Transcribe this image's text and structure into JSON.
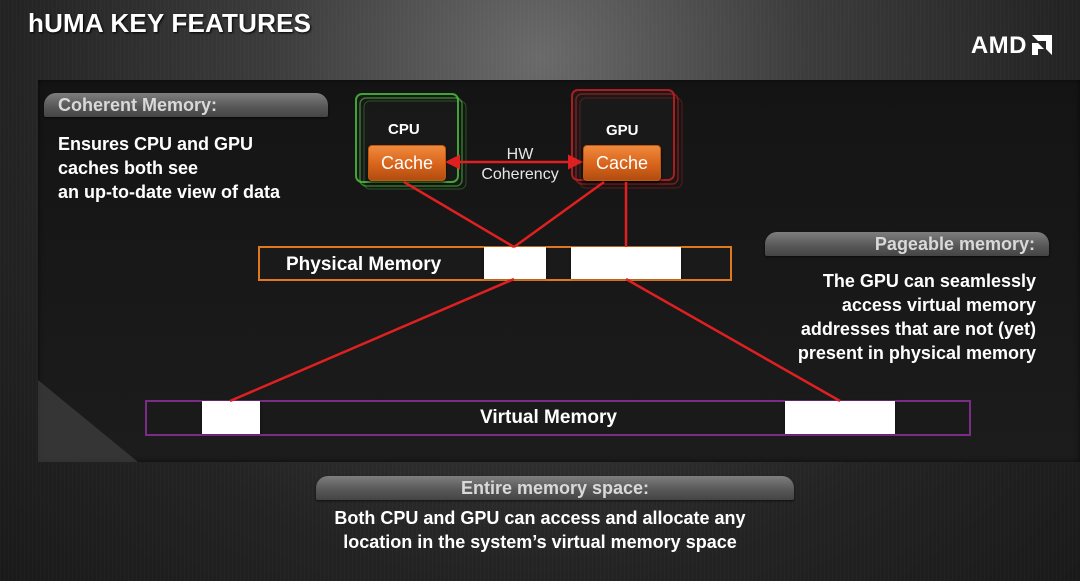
{
  "slide": {
    "title": "hUMA KEY FEATURES",
    "brand": "AMD"
  },
  "coherent": {
    "header": "Coherent Memory:",
    "lines": [
      "Ensures CPU and GPU",
      "caches both see",
      "an up-to-date view of data"
    ]
  },
  "pageable": {
    "header": "Pageable memory:",
    "lines": [
      "The GPU can seamlessly",
      "access virtual memory",
      "addresses that are not (yet)",
      "present in physical memory"
    ]
  },
  "entire": {
    "header": "Entire memory space:",
    "lines": [
      "Both CPU and GPU can access and allocate any",
      "location in the system’s virtual memory space"
    ]
  },
  "diagram": {
    "cpu_label": "CPU",
    "gpu_label": "GPU",
    "cache_label": "Cache",
    "coherency_lines": [
      "HW",
      "Coherency"
    ],
    "physical_label": "Physical Memory",
    "virtual_label": "Virtual Memory"
  },
  "colors": {
    "cpu_frame": "#4ec73e",
    "gpu_frame": "#c42020",
    "physical_border": "#e07820",
    "virtual_border": "#7a2c86",
    "link": "#e02020"
  }
}
